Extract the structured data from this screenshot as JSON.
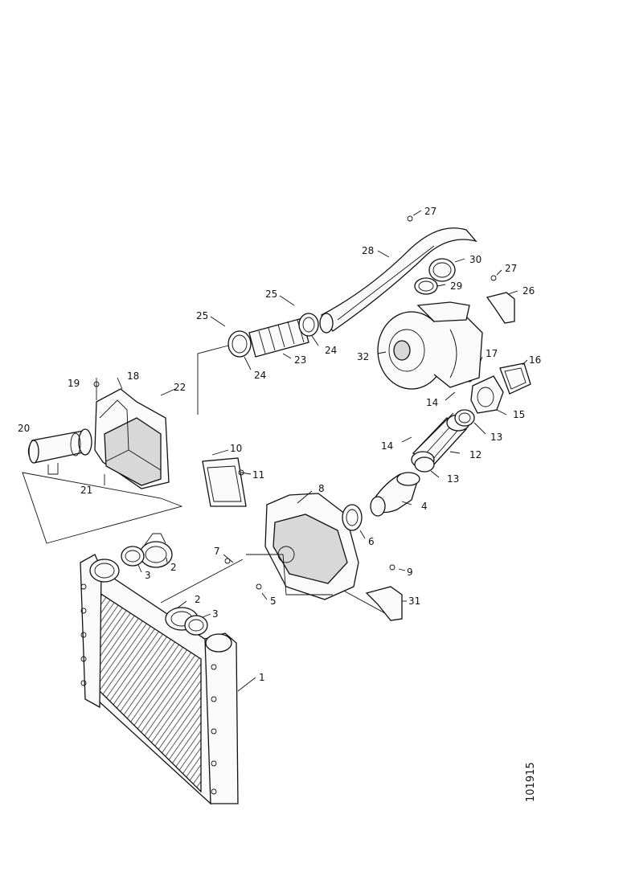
{
  "callouts": {
    "c1": "1",
    "c2a": "2",
    "c2b": "2",
    "c3a": "3",
    "c3b": "3",
    "c4": "4",
    "c5": "5",
    "c6": "6",
    "c7": "7",
    "c8": "8",
    "c9": "9",
    "c10": "10",
    "c11": "11",
    "c12": "12",
    "c13a": "13",
    "c13b": "13",
    "c14a": "14",
    "c14b": "14",
    "c15": "15",
    "c16": "16",
    "c17": "17",
    "c18": "18",
    "c19": "19",
    "c20": "20",
    "c21": "21",
    "c22": "22",
    "c23": "23",
    "c24a": "24",
    "c24b": "24",
    "c25a": "25",
    "c25b": "25",
    "c26": "26",
    "c27a": "27",
    "c27b": "27",
    "c28": "28",
    "c29": "29",
    "c30": "30",
    "c31": "31",
    "c32": "32"
  },
  "drawing_number": "101915"
}
